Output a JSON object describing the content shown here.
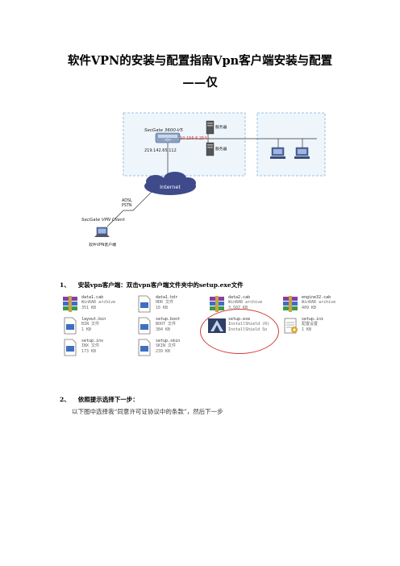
{
  "title": {
    "line1": "软件VPN的安装与配置指南Vpn客户端安装与配置",
    "line2": "——仅"
  },
  "diagram": {
    "gateway_label": "SecGate 3600-V5",
    "gateway_ip_internal": "10.156.6.254",
    "gateway_ip_external": "219.142.65.112",
    "server1_label": "服务器",
    "server2_label": "服务器",
    "internet_label": "Internet",
    "access_label_1": "ADSL",
    "access_label_2": "PSTN",
    "client_software_label": "SecGate VPN Client",
    "client_host_label": "软件VPN客户端"
  },
  "step1": {
    "num": "1、",
    "text": "安装vpn客户端：双击vpn客户端文件夹中的setup.exe文件"
  },
  "files": [
    {
      "name": "data1.cab",
      "type": "WinRAR archive",
      "size": "351 KB",
      "icon": "winrar-archive-icon"
    },
    {
      "name": "data1.hdr",
      "type": "HDR 文件",
      "size": "16 KB",
      "icon": "generic-file-icon"
    },
    {
      "name": "data2.cab",
      "type": "WinRAR archive",
      "size": "3,507 KB",
      "icon": "winrar-archive-icon"
    },
    {
      "name": "engine32.cab",
      "type": "WinRAR archive",
      "size": "409 KB",
      "icon": "winrar-archive-icon"
    },
    {
      "name": "layout.bin",
      "type": "BIN 文件",
      "size": "1 KB",
      "icon": "generic-file-icon"
    },
    {
      "name": "setup.boot",
      "type": "BOOT 文件",
      "size": "384 KB",
      "icon": "generic-file-icon"
    },
    {
      "name": "setup.exe",
      "type": "InstallShield (R)",
      "size": "InstallShield So",
      "icon": "installshield-setup-icon"
    },
    {
      "name": "setup.ini",
      "type": "配置设置",
      "size": "1 KB",
      "icon": "config-notepad-icon"
    },
    {
      "name": "setup.inx",
      "type": "INX 文件",
      "size": "173 KB",
      "icon": "generic-file-icon"
    },
    {
      "name": "setup.skin",
      "type": "SKIN 文件",
      "size": "239 KB",
      "icon": "generic-file-icon"
    }
  ],
  "step2": {
    "num": "2、",
    "text": "依照提示选择下一步：",
    "sub": "以下图中选择我“同意许可证协议中的条款”，然后下一步"
  },
  "colors": {
    "zone_fill": "#eef6fc",
    "zone_border": "#7fb2dd",
    "red_text": "#e0282a",
    "cloud": "#3e4a8a",
    "ring": "#d23a3a"
  }
}
